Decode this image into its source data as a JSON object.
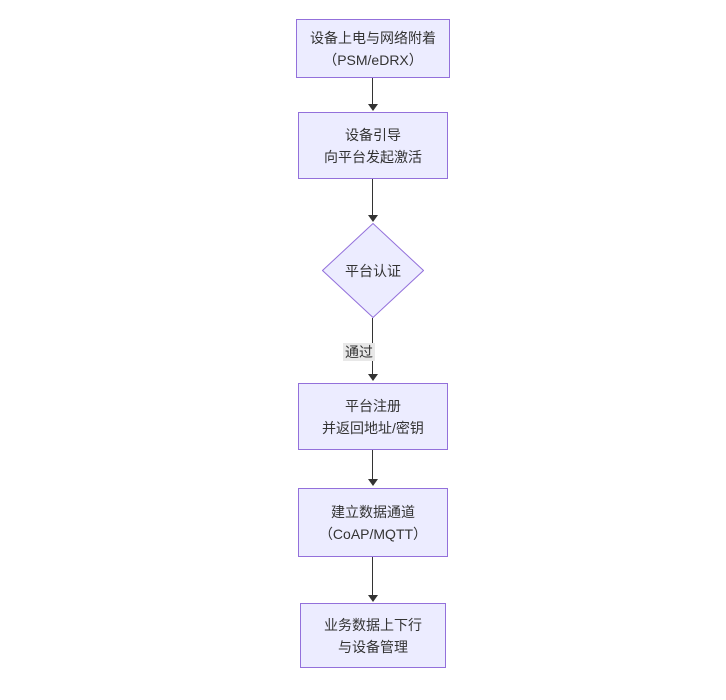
{
  "diagram": {
    "type": "flowchart",
    "direction": "top-down",
    "colors": {
      "background": "#ffffff",
      "node_fill": "#ECECFF",
      "node_border": "#9370DB",
      "edge_color": "#333333",
      "text_color": "#333333",
      "edge_label_bg": "#e8e8e8"
    },
    "nodes": [
      {
        "id": "attach",
        "shape": "rect",
        "lines": [
          "设备上电与网络附着",
          "（PSM/eDRX）"
        ]
      },
      {
        "id": "bootstrap",
        "shape": "rect",
        "lines": [
          "设备引导",
          "向平台发起激活"
        ]
      },
      {
        "id": "auth",
        "shape": "diamond",
        "lines": [
          "平台认证"
        ]
      },
      {
        "id": "register",
        "shape": "rect",
        "lines": [
          "平台注册",
          "并返回地址/密钥"
        ]
      },
      {
        "id": "channel",
        "shape": "rect",
        "lines": [
          "建立数据通道",
          "（CoAP/MQTT）"
        ]
      },
      {
        "id": "business",
        "shape": "rect",
        "lines": [
          "业务数据上下行",
          "与设备管理"
        ]
      }
    ],
    "edges": [
      {
        "from": "attach",
        "to": "bootstrap",
        "label": ""
      },
      {
        "from": "bootstrap",
        "to": "auth",
        "label": ""
      },
      {
        "from": "auth",
        "to": "register",
        "label": "通过"
      },
      {
        "from": "register",
        "to": "channel",
        "label": ""
      },
      {
        "from": "channel",
        "to": "business",
        "label": ""
      }
    ]
  }
}
